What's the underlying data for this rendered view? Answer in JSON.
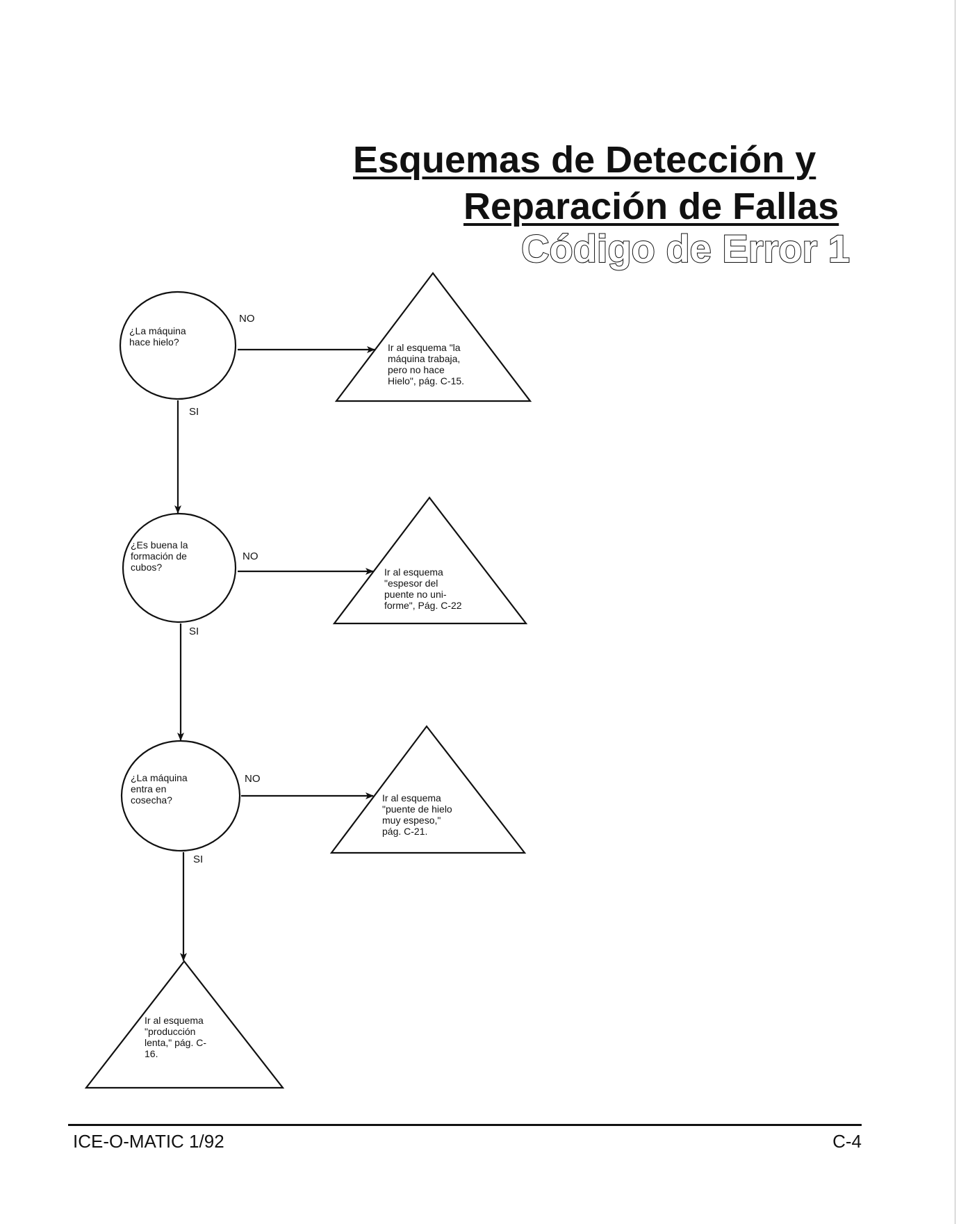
{
  "header": {
    "title_line1": "Esquemas de Detección y",
    "title_line2": "Reparación de Fallas",
    "subtitle": "Código de Error 1"
  },
  "nodes": [
    {
      "id": "q1",
      "shape": "decision",
      "text": "¿La máquina\nhace hielo?"
    },
    {
      "id": "a1",
      "shape": "terminal",
      "text": "Ir al esquema \"la\nmáquina trabaja,\npero no hace\nHielo\", pág. C-15."
    },
    {
      "id": "q2",
      "shape": "decision",
      "text": "¿Es buena la\nformación de\ncubos?"
    },
    {
      "id": "a2",
      "shape": "terminal",
      "text": "Ir al esquema\n\"espesor del\npuente no uni-\nforme\", Pág. C-22"
    },
    {
      "id": "q3",
      "shape": "decision",
      "text": "¿La máquina\nentra en\ncosecha?"
    },
    {
      "id": "a3",
      "shape": "terminal",
      "text": "Ir al esquema\n\"puente de hielo\nmuy espeso,\"\npág. C-21."
    },
    {
      "id": "a4",
      "shape": "terminal",
      "text": "Ir al esquema\n\"producción\nlenta,\" pág. C-\n16."
    }
  ],
  "edges": [
    {
      "from": "q1",
      "to": "a1",
      "label": "NO"
    },
    {
      "from": "q1",
      "to": "q2",
      "label": "SI"
    },
    {
      "from": "q2",
      "to": "a2",
      "label": "NO"
    },
    {
      "from": "q2",
      "to": "q3",
      "label": "SI"
    },
    {
      "from": "q3",
      "to": "a3",
      "label": "NO"
    },
    {
      "from": "q3",
      "to": "a4",
      "label": "SI"
    }
  ],
  "footer": {
    "left": "ICE-O-MATIC 1/92",
    "right": "C-4"
  }
}
